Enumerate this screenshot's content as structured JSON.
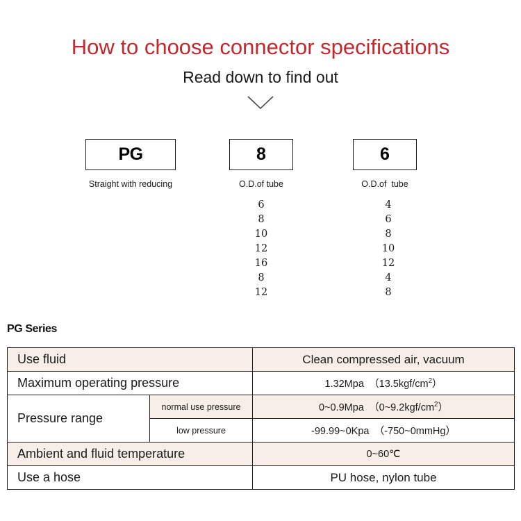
{
  "header": {
    "title": "How to choose connector specifications",
    "subtitle": "Read down to find out",
    "chevron_icon": "chevron-down-icon",
    "title_color": "#c2282c"
  },
  "selector": {
    "boxes": [
      {
        "value": "PG",
        "label": "Straight with reducing"
      },
      {
        "value": "8",
        "label": "O.D.of tube"
      },
      {
        "value": "6",
        "label": "O.D.of  tube"
      }
    ],
    "columns": [
      {
        "values": [
          "6",
          "8",
          "10",
          "12",
          "16",
          "8",
          "12"
        ]
      },
      {
        "values": [
          "4",
          "6",
          "8",
          "10",
          "12",
          "4",
          "8"
        ]
      }
    ]
  },
  "spec": {
    "heading": "PG Series",
    "rows": [
      {
        "label": "Use fluid",
        "value": "Clean compressed air, vacuum"
      },
      {
        "label": "Maximum operating pressure",
        "value_main": "1.32Mpa",
        "value_paren": "（13.5kgf/cm",
        "value_sup": "2",
        "value_close": "）"
      },
      {
        "label": "Pressure range",
        "sub1": "normal use pressure",
        "sub1_main": "0~0.9Mpa",
        "sub1_paren": "（0~9.2kgf/cm",
        "sub1_sup": "2",
        "sub1_close": "）",
        "sub2": "low pressure",
        "sub2_value": "-99.99~0Kpa　（-750~0mmHg）"
      },
      {
        "label": "Ambient and fluid temperature",
        "value": "0~60℃"
      },
      {
        "label": "Use a hose",
        "value": "PU hose, nylon tube"
      }
    ],
    "row_bg_beige": "#f7efe7",
    "row_bg_white": "#ffffff",
    "border_color": "#231f20"
  }
}
